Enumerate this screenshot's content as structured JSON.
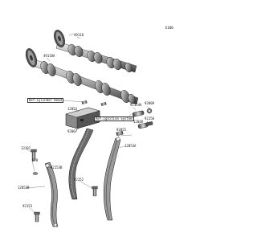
{
  "diagram": {
    "code": "E100",
    "callouts": {
      "c49118": "49118",
      "c49118a": "49118A",
      "c12053": "12053",
      "c92154a": "92154A",
      "c92009": "92009",
      "c92067": "92067",
      "c12048": "12048",
      "c92150": "92150",
      "c13107": "13107",
      "c670": "670",
      "c92153b": "92153B",
      "c92152": "92152",
      "c12053b": "12053B",
      "c92055": "92055",
      "c12053a": "12053A",
      "c92153": "92153"
    },
    "refs": {
      "cylinder_head": "Ref.Cylinder Head",
      "ignition_system": "Ref.Ignition System"
    }
  }
}
